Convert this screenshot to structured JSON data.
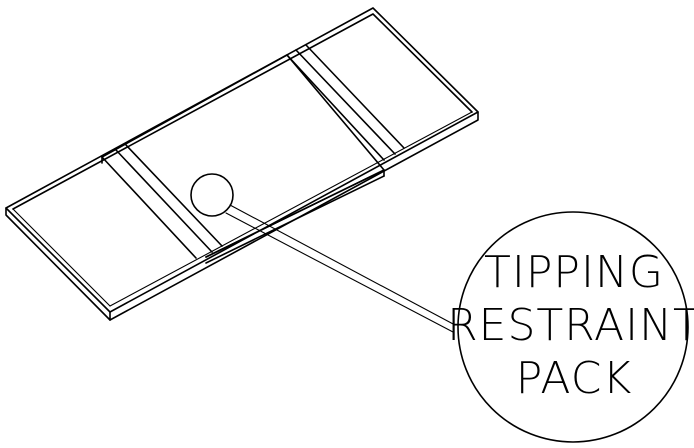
{
  "callout": {
    "lines": [
      "TIPPING",
      "RESTRAINT",
      "PACK"
    ]
  }
}
